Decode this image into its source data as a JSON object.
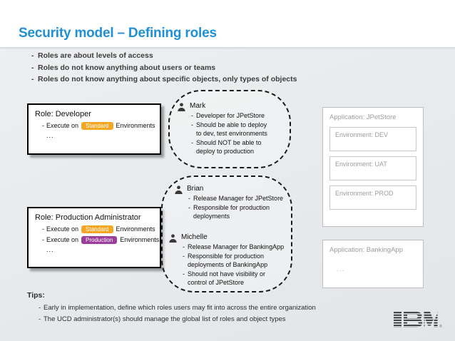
{
  "slide": {
    "title": "Security model – Defining roles",
    "title_color": "#1f8fd6",
    "bullets": [
      "Roles are about levels of access",
      "Roles do not know anything about users or teams",
      "Roles do not know anything about specific objects, only types of objects"
    ]
  },
  "roles": [
    {
      "title": "Role:  Developer",
      "lines": [
        {
          "prefix": "Execute on",
          "badge": "Standard",
          "badge_color": "#f5a623",
          "suffix": "Environments"
        }
      ],
      "ellipsis": "..."
    },
    {
      "title": "Role:  Production Administrator",
      "lines": [
        {
          "prefix": "Execute on",
          "badge": "Standard",
          "badge_color": "#f5a623",
          "suffix": "Environments"
        },
        {
          "prefix": "Execute on",
          "badge": "Production",
          "badge_color": "#9b3d9b",
          "suffix": "Environments"
        }
      ],
      "ellipsis": "..."
    }
  ],
  "user_groups": [
    {
      "people": [
        {
          "name": "Mark",
          "lines": [
            {
              "text": "Developer for JPetStore",
              "cont": false
            },
            {
              "text": "Should be able to deploy",
              "cont": false
            },
            {
              "text": "to dev, test environments",
              "cont": true
            },
            {
              "text": "Should NOT be able to",
              "cont": false
            },
            {
              "text": "deploy to production",
              "cont": true
            }
          ]
        }
      ]
    },
    {
      "people": [
        {
          "name": "Brian",
          "lines": [
            {
              "text": "Release Manager for JPetStore",
              "cont": false
            },
            {
              "text": "Responsible for production",
              "cont": false
            },
            {
              "text": "deployments",
              "cont": true
            }
          ]
        },
        {
          "name": "Michelle",
          "lines": [
            {
              "text": "Release Manager for BankingApp",
              "cont": false
            },
            {
              "text": "Responsible for production",
              "cont": false
            },
            {
              "text": "deployments of BankingApp",
              "cont": true
            },
            {
              "text": "Should not have visibility or",
              "cont": false
            },
            {
              "text": "control of JPetStore",
              "cont": true
            }
          ]
        }
      ]
    }
  ],
  "applications": [
    {
      "title": "Application: JPetStore",
      "environments": [
        "Environment: DEV",
        "Environment: UAT",
        "Environment: PROD"
      ]
    },
    {
      "title": "Application: BankingApp",
      "ellipsis": "..."
    }
  ],
  "tips": {
    "heading": "Tips:",
    "items": [
      "Early in implementation, define which roles users may fit into across the entire organization",
      "The UCD administrator(s) should manage the global list of roles and object types"
    ]
  },
  "footer": {
    "logo": "IBM",
    "registered_mark": "®"
  }
}
